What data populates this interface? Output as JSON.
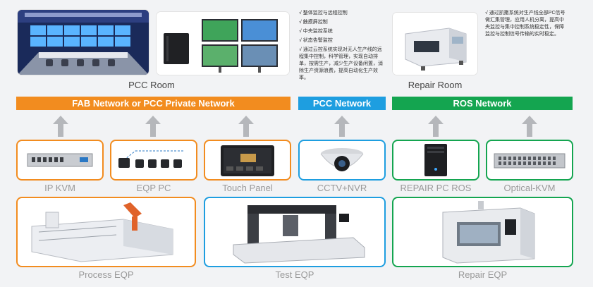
{
  "rooms": {
    "pcc_room": "PCC Room",
    "repair_room": "Repair Room"
  },
  "pcc_notes": [
    "√ 整体监控与远程控制",
    "√ 触摸屏控制",
    "√ 中央监控系统",
    "√ 状态告警监控",
    "√ 通过云控系统实现对无人生产线的远程集中控制，科学管理，实现自动排单，按需生产，减少生产设备闲置，消除生产资源浪费，提高自动化生产效率。"
  ],
  "repair_note": "√ 通过凯撒系统对生产线全部PC信号做汇集管理，应用人机分离，提高中央监控与集中控制系统稳定性，保障监控与控制信号传输的实时稳定。",
  "networks": [
    {
      "label": "FAB Network or PCC Private Network",
      "color": "#f28c1f"
    },
    {
      "label": "PCC Network",
      "color": "#1e9ee0"
    },
    {
      "label": "ROS Network",
      "color": "#14a550"
    }
  ],
  "devices": [
    {
      "label": "IP KVM",
      "color": "#f28c1f"
    },
    {
      "label": "EQP PC",
      "color": "#f28c1f"
    },
    {
      "label": "Touch Panel",
      "color": "#f28c1f"
    },
    {
      "label": "CCTV+NVR",
      "color": "#1e9ee0"
    },
    {
      "label": "REPAIR PC ROS",
      "color": "#14a550"
    },
    {
      "label": "Optical-KVM",
      "color": "#14a550"
    }
  ],
  "equipment": [
    {
      "label": "Process EQP",
      "color": "#f28c1f"
    },
    {
      "label": "Test EQP",
      "color": "#1e9ee0"
    },
    {
      "label": "Repair EQP",
      "color": "#14a550"
    }
  ]
}
